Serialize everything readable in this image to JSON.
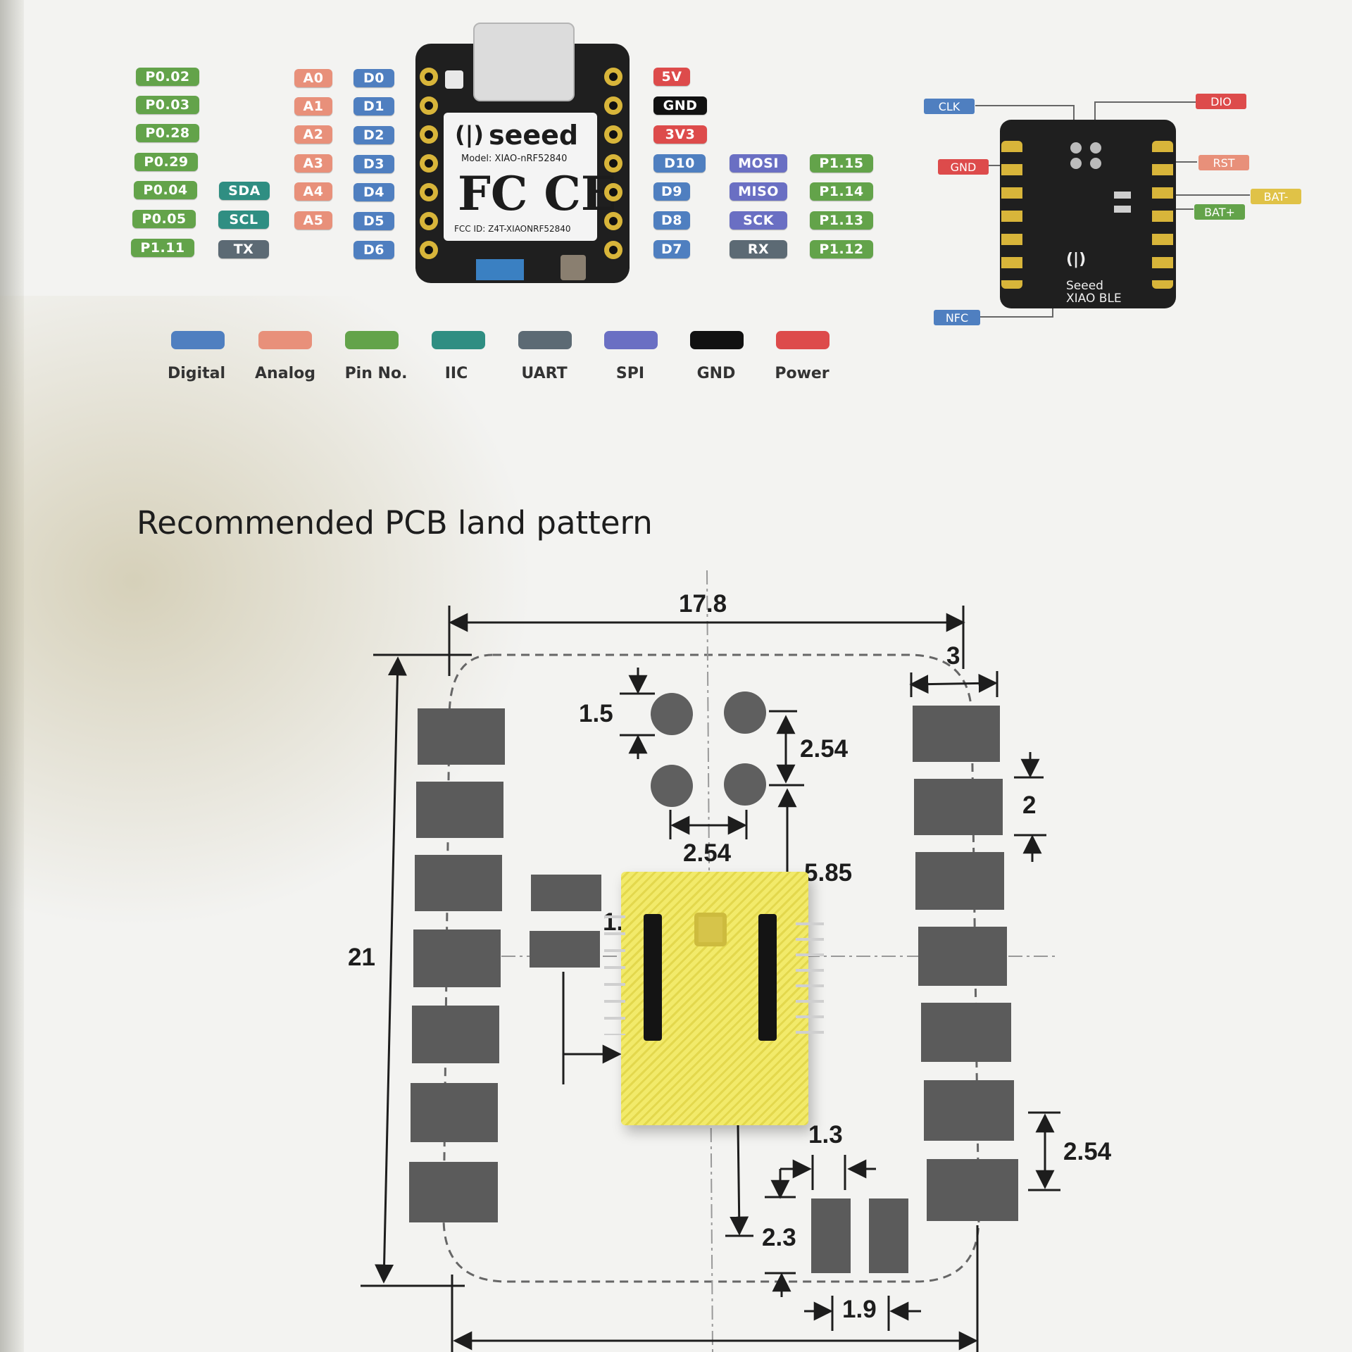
{
  "pinout": {
    "pin_numbers_left": [
      "P0.02",
      "P0.03",
      "P0.28",
      "P0.29",
      "P0.04",
      "P0.05",
      "P1.11"
    ],
    "iic_left": [
      "SDA",
      "SCL"
    ],
    "uart_left": [
      "TX"
    ],
    "analog": [
      "A0",
      "A1",
      "A2",
      "A3",
      "A4",
      "A5"
    ],
    "digital_left": [
      "D0",
      "D1",
      "D2",
      "D3",
      "D4",
      "D5",
      "D6"
    ],
    "power_right": [
      "5V",
      "GND",
      "3V3"
    ],
    "digital_right": [
      "D10",
      "D9",
      "D8",
      "D7"
    ],
    "spi_right": [
      "MOSI",
      "MISO",
      "SCK"
    ],
    "uart_right": [
      "RX"
    ],
    "pin_numbers_right": [
      "P1.15",
      "P1.14",
      "P1.13",
      "P1.12"
    ],
    "board_brand": "seeed",
    "board_model": "Model: XIAO-nRF52840",
    "board_marks": "FC CE",
    "board_fcc": "FCC ID: Z4T-XIAONRF52840"
  },
  "back_view": {
    "labels": [
      "CLK",
      "DIO",
      "GND",
      "RST",
      "BAT-",
      "BAT+",
      "NFC"
    ],
    "brand": "Seeed",
    "model": "XIAO BLE"
  },
  "legend": {
    "items": [
      {
        "label": "Digital",
        "color": "#4f7fc0"
      },
      {
        "label": "Analog",
        "color": "#e8907a"
      },
      {
        "label": "Pin No.",
        "color": "#63a34a"
      },
      {
        "label": "IIC",
        "color": "#2f8e82"
      },
      {
        "label": "UART",
        "color": "#5c6a74"
      },
      {
        "label": "SPI",
        "color": "#6a6fc3"
      },
      {
        "label": "GND",
        "color": "#111111"
      },
      {
        "label": "Power",
        "color": "#dd4b4b"
      }
    ]
  },
  "land_pattern": {
    "title": "Recommended PCB land pattern",
    "dims": {
      "width": "17.8",
      "height": "21",
      "pad_width": "3",
      "hole_dia": "1.5",
      "hole_pitch_v": "2.54",
      "hole_pitch_h": "2.54",
      "pad_height": "2",
      "hole_offset": "5.85",
      "pad_pitch": "2.54",
      "small_pad_gap": "1.3",
      "small_pad_len": "2.3",
      "small_pad_pitch": "1.9",
      "partial_label": "1."
    }
  }
}
